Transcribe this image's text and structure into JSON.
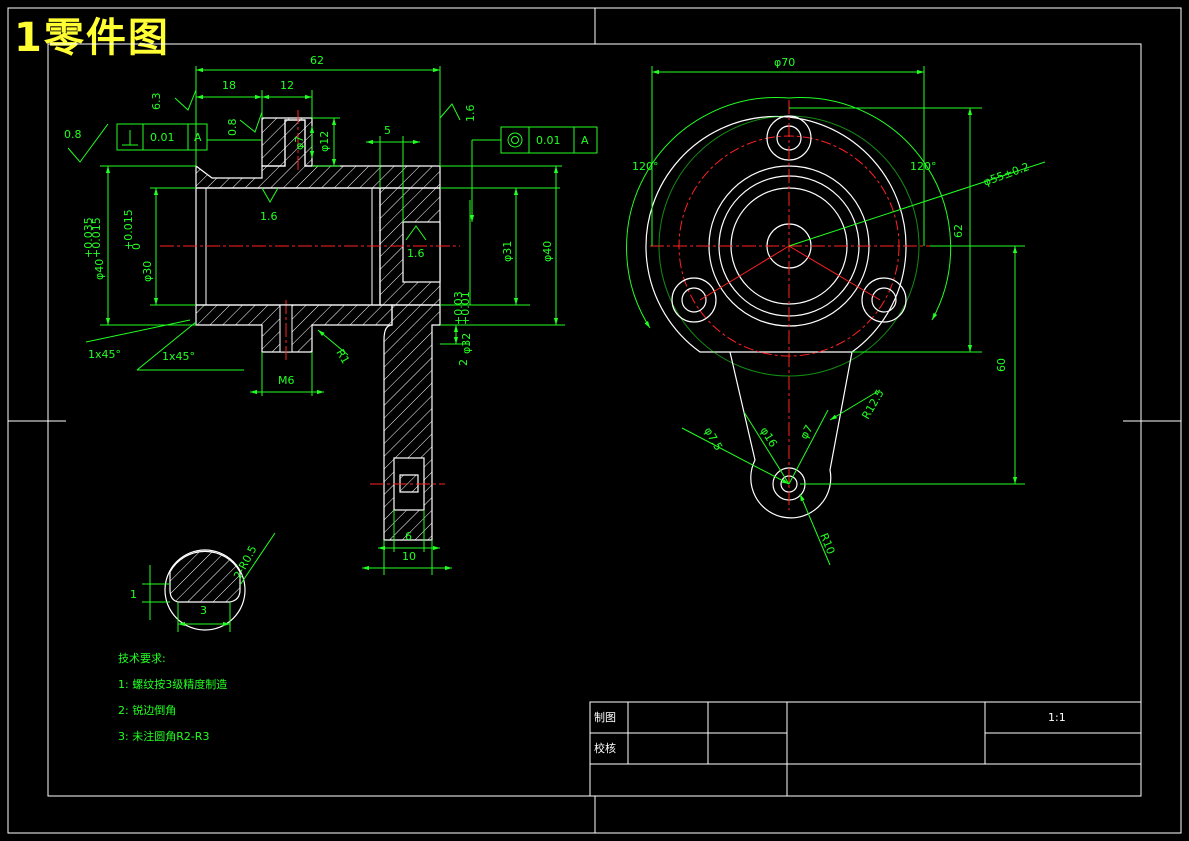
{
  "title": "1零件图",
  "dims": {
    "d62": "62",
    "d18": "18",
    "d12": "12",
    "d5": "5",
    "rough63": "6.3",
    "rough08a": "0.8",
    "rough08b": "0.8",
    "rough16a": "1.6",
    "rough16b": "1.6",
    "rough16c": "1.6",
    "tol_perp_val": "0.01",
    "tol_perp_ref": "A",
    "tol_conc_val": "0.01",
    "tol_conc_ref": "A",
    "phi7": "φ7",
    "phi12": "φ12",
    "phi30": "φ30",
    "phi40": "φ40",
    "phi31": "φ31",
    "phi40b": "φ40",
    "tol_up1": "+0.035",
    "tol_lo1": "+0.015",
    "tol_up2": "+0.015",
    "tol_lo2": "0",
    "tol_up3": "+0.03",
    "tol_lo3": "+0.01",
    "phi32": "φ32",
    "d2": "2",
    "chamfer1": "1x45°",
    "chamfer2": "1x45°",
    "m6": "M6",
    "r1": "R1",
    "d6": "6",
    "d10": "10",
    "groove_r": "2-R0.5",
    "d1": "1",
    "d3": "3",
    "phi70": "φ70",
    "ang1": "120°",
    "ang2": "120°",
    "phi55": "φ55±0.2",
    "d62b": "62",
    "d60": "60",
    "phi75": "φ7.5",
    "phi16": "φ16",
    "phi7b": "φ7",
    "r125": "R12.5",
    "r10": "R10"
  },
  "notes": {
    "heading": "技术要求:",
    "n1": "1: 螺纹按3级精度制造",
    "n2": "2: 锐边倒角",
    "n3": "3: 未注圆角R2-R3"
  },
  "title_block": {
    "draw": "制图",
    "check": "校核",
    "scale": "1:1"
  }
}
